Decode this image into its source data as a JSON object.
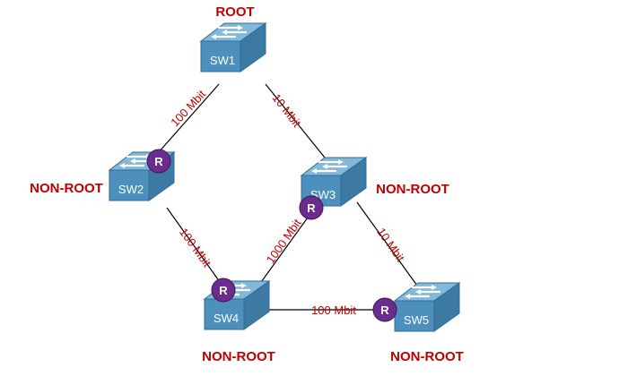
{
  "switches": [
    {
      "id": "sw1",
      "name": "SW1",
      "role": "ROOT"
    },
    {
      "id": "sw2",
      "name": "SW2",
      "role": "NON-ROOT"
    },
    {
      "id": "sw3",
      "name": "SW3",
      "role": "NON-ROOT"
    },
    {
      "id": "sw4",
      "name": "SW4",
      "role": "NON-ROOT"
    },
    {
      "id": "sw5",
      "name": "SW5",
      "role": "NON-ROOT"
    }
  ],
  "links": [
    {
      "from": "sw1",
      "to": "sw2",
      "speed": "100 Mbit"
    },
    {
      "from": "sw1",
      "to": "sw3",
      "speed": "10 Mbit"
    },
    {
      "from": "sw2",
      "to": "sw4",
      "speed": "100 Mbit"
    },
    {
      "from": "sw3",
      "to": "sw4",
      "speed": "1000 Mbit"
    },
    {
      "from": "sw3",
      "to": "sw5",
      "speed": "10 Mbit"
    },
    {
      "from": "sw4",
      "to": "sw5",
      "speed": "100 Mbit"
    }
  ],
  "root_port_marker": "R",
  "root_ports": [
    "sw2",
    "sw3",
    "sw4",
    "sw5"
  ],
  "colors": {
    "label": "#c00000",
    "switch_top": "#7fb4d6",
    "switch_front": "#4d90bd",
    "switch_side": "#3f7ea8",
    "marker": "#6a2d8f",
    "line": "#000000"
  }
}
